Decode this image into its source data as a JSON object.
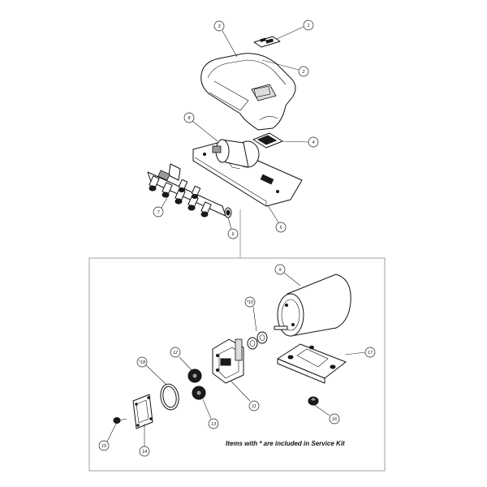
{
  "callouts": [
    {
      "id": "c1",
      "label": "1"
    },
    {
      "id": "c2",
      "label": "2"
    },
    {
      "id": "c3",
      "label": "3"
    },
    {
      "id": "c4",
      "label": "4"
    },
    {
      "id": "c5",
      "label": "5"
    },
    {
      "id": "c6",
      "label": "6"
    },
    {
      "id": "c7",
      "label": "7"
    },
    {
      "id": "c8",
      "label": "8"
    },
    {
      "id": "c9",
      "label": "9"
    },
    {
      "id": "c10",
      "label": "*10"
    },
    {
      "id": "c11",
      "label": "11"
    },
    {
      "id": "c12",
      "label": "12"
    },
    {
      "id": "c13",
      "label": "13"
    },
    {
      "id": "c14",
      "label": "14"
    },
    {
      "id": "c15",
      "label": "15"
    },
    {
      "id": "c16",
      "label": "16"
    },
    {
      "id": "c17",
      "label": "17"
    },
    {
      "id": "c18",
      "label": "*18"
    }
  ],
  "note": "Items with * are included in Service Kit"
}
